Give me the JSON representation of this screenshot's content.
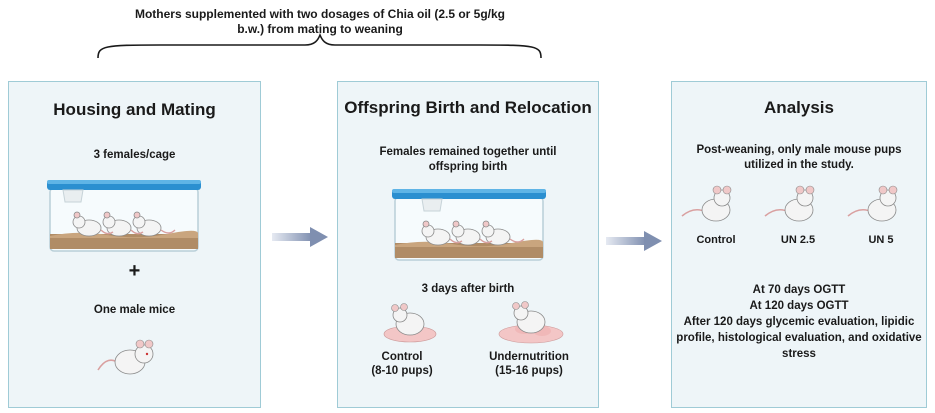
{
  "header": {
    "line1": "Mothers supplemented with two dosages of Chia oil (2.5 or 5g/kg",
    "line2": "b.w.) from mating to weaning"
  },
  "panel1": {
    "title": "Housing and Mating",
    "cage_label": "3 females/cage",
    "plus": "+",
    "male_label": "One male mice"
  },
  "panel2": {
    "title": "Offspring Birth and Relocation",
    "line1": "Females remained together until",
    "line2": "offspring birth",
    "days": "3 days after birth",
    "control_label": "Control",
    "control_count": "(8-10 pups)",
    "under_label": "Undernutrition",
    "under_count": "(15-16 pups)"
  },
  "panel3": {
    "title": "Analysis",
    "line1": "Post-weaning, only male mouse pups",
    "line2": "utilized in the study.",
    "group_control": "Control",
    "group_un25": "UN 2.5",
    "group_un5": "UN 5",
    "a1": "At 70 days OGTT",
    "a2": "At 120 days OGTT",
    "a3": "After 120 days glycemic evaluation, lipidic",
    "a4": "profile, histological evaluation, and oxidative",
    "a5": "stress"
  },
  "colors": {
    "panel_fill": "#eef5f8",
    "panel_border": "#9fcbd6",
    "cage_lid": "#2b8fd0",
    "bedding": "#b08c66",
    "arrow": "#7f8fb0"
  }
}
